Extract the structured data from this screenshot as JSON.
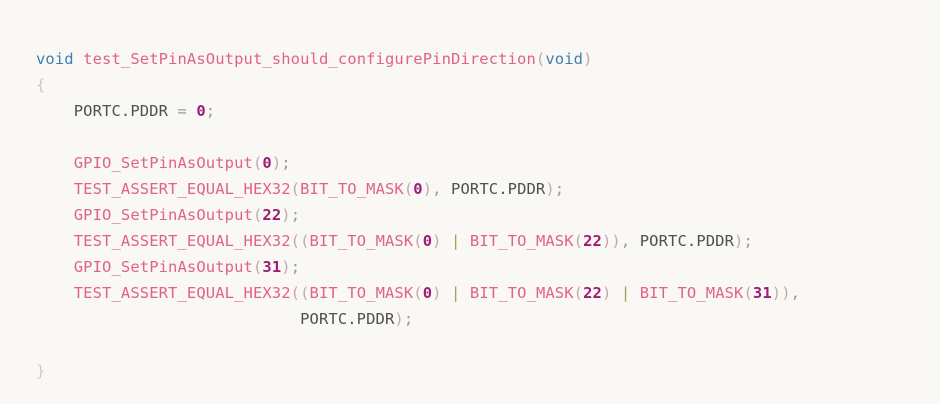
{
  "editor": {
    "background_color": "#faf8f4",
    "language": "c",
    "font_style": "monospace"
  },
  "theme": {
    "plain_color": "#4f4f4f",
    "keyword_color": "#3b7fb5",
    "function_color": "#e0628c",
    "macro_color": "#e0628c",
    "number_color": "#9c1d77",
    "paren_color": "#c0a9b0",
    "brace_color": "#cfcac4",
    "operator_color": "#a79b57",
    "semicolon_color": "#9a9a9a"
  },
  "code": {
    "lines": [
      {
        "index": 0,
        "text": "void test_SetPinAsOutput_should_configurePinDirection(void)",
        "tokens": [
          {
            "t": "void",
            "c": "tok-keyword"
          },
          {
            "t": " ",
            "c": "tok-plain"
          },
          {
            "t": "test_SetPinAsOutput_should_configurePinDirection",
            "c": "tok-funcdef"
          },
          {
            "t": "(",
            "c": "tok-paren"
          },
          {
            "t": "void",
            "c": "tok-keyword"
          },
          {
            "t": ")",
            "c": "tok-paren"
          }
        ]
      },
      {
        "index": 1,
        "text": "{",
        "tokens": [
          {
            "t": "{",
            "c": "tok-brace"
          }
        ]
      },
      {
        "index": 2,
        "text": "    PORTC.PDDR = 0;",
        "tokens": [
          {
            "t": "    PORTC.PDDR ",
            "c": "tok-plain"
          },
          {
            "t": "=",
            "c": "tok-assign"
          },
          {
            "t": " ",
            "c": "tok-plain"
          },
          {
            "t": "0",
            "c": "tok-number"
          },
          {
            "t": ";",
            "c": "tok-semi"
          }
        ]
      },
      {
        "index": 3,
        "text": "",
        "tokens": []
      },
      {
        "index": 4,
        "text": "    GPIO_SetPinAsOutput(0);",
        "tokens": [
          {
            "t": "    ",
            "c": "tok-plain"
          },
          {
            "t": "GPIO_SetPinAsOutput",
            "c": "tok-funccall"
          },
          {
            "t": "(",
            "c": "tok-paren"
          },
          {
            "t": "0",
            "c": "tok-number"
          },
          {
            "t": ")",
            "c": "tok-paren"
          },
          {
            "t": ";",
            "c": "tok-semi"
          }
        ]
      },
      {
        "index": 5,
        "text": "    TEST_ASSERT_EQUAL_HEX32(BIT_TO_MASK(0), PORTC.PDDR);",
        "tokens": [
          {
            "t": "    ",
            "c": "tok-plain"
          },
          {
            "t": "TEST_ASSERT_EQUAL_HEX32",
            "c": "tok-macro"
          },
          {
            "t": "(",
            "c": "tok-paren"
          },
          {
            "t": "BIT_TO_MASK",
            "c": "tok-macro"
          },
          {
            "t": "(",
            "c": "tok-paren"
          },
          {
            "t": "0",
            "c": "tok-number"
          },
          {
            "t": ")",
            "c": "tok-paren"
          },
          {
            "t": ",",
            "c": "tok-semi"
          },
          {
            "t": " PORTC.PDDR",
            "c": "tok-plain"
          },
          {
            "t": ")",
            "c": "tok-paren"
          },
          {
            "t": ";",
            "c": "tok-semi"
          }
        ]
      },
      {
        "index": 6,
        "text": "    GPIO_SetPinAsOutput(22);",
        "tokens": [
          {
            "t": "    ",
            "c": "tok-plain"
          },
          {
            "t": "GPIO_SetPinAsOutput",
            "c": "tok-funccall"
          },
          {
            "t": "(",
            "c": "tok-paren"
          },
          {
            "t": "22",
            "c": "tok-number"
          },
          {
            "t": ")",
            "c": "tok-paren"
          },
          {
            "t": ";",
            "c": "tok-semi"
          }
        ]
      },
      {
        "index": 7,
        "text": "    TEST_ASSERT_EQUAL_HEX32((BIT_TO_MASK(0) | BIT_TO_MASK(22)), PORTC.PDDR);",
        "tokens": [
          {
            "t": "    ",
            "c": "tok-plain"
          },
          {
            "t": "TEST_ASSERT_EQUAL_HEX32",
            "c": "tok-macro"
          },
          {
            "t": "((",
            "c": "tok-paren"
          },
          {
            "t": "BIT_TO_MASK",
            "c": "tok-macro"
          },
          {
            "t": "(",
            "c": "tok-paren"
          },
          {
            "t": "0",
            "c": "tok-number"
          },
          {
            "t": ")",
            "c": "tok-paren"
          },
          {
            "t": " ",
            "c": "tok-plain"
          },
          {
            "t": "|",
            "c": "tok-operator"
          },
          {
            "t": " ",
            "c": "tok-plain"
          },
          {
            "t": "BIT_TO_MASK",
            "c": "tok-macro"
          },
          {
            "t": "(",
            "c": "tok-paren"
          },
          {
            "t": "22",
            "c": "tok-number"
          },
          {
            "t": "))",
            "c": "tok-paren"
          },
          {
            "t": ",",
            "c": "tok-semi"
          },
          {
            "t": " PORTC.PDDR",
            "c": "tok-plain"
          },
          {
            "t": ")",
            "c": "tok-paren"
          },
          {
            "t": ";",
            "c": "tok-semi"
          }
        ]
      },
      {
        "index": 8,
        "text": "    GPIO_SetPinAsOutput(31);",
        "tokens": [
          {
            "t": "    ",
            "c": "tok-plain"
          },
          {
            "t": "GPIO_SetPinAsOutput",
            "c": "tok-funccall"
          },
          {
            "t": "(",
            "c": "tok-paren"
          },
          {
            "t": "31",
            "c": "tok-number"
          },
          {
            "t": ")",
            "c": "tok-paren"
          },
          {
            "t": ";",
            "c": "tok-semi"
          }
        ]
      },
      {
        "index": 9,
        "text": "    TEST_ASSERT_EQUAL_HEX32((BIT_TO_MASK(0) | BIT_TO_MASK(22) | BIT_TO_MASK(31)),",
        "tokens": [
          {
            "t": "    ",
            "c": "tok-plain"
          },
          {
            "t": "TEST_ASSERT_EQUAL_HEX32",
            "c": "tok-macro"
          },
          {
            "t": "((",
            "c": "tok-paren"
          },
          {
            "t": "BIT_TO_MASK",
            "c": "tok-macro"
          },
          {
            "t": "(",
            "c": "tok-paren"
          },
          {
            "t": "0",
            "c": "tok-number"
          },
          {
            "t": ")",
            "c": "tok-paren"
          },
          {
            "t": " ",
            "c": "tok-plain"
          },
          {
            "t": "|",
            "c": "tok-operator"
          },
          {
            "t": " ",
            "c": "tok-plain"
          },
          {
            "t": "BIT_TO_MASK",
            "c": "tok-macro"
          },
          {
            "t": "(",
            "c": "tok-paren"
          },
          {
            "t": "22",
            "c": "tok-number"
          },
          {
            "t": ")",
            "c": "tok-paren"
          },
          {
            "t": " ",
            "c": "tok-plain"
          },
          {
            "t": "|",
            "c": "tok-operator"
          },
          {
            "t": " ",
            "c": "tok-plain"
          },
          {
            "t": "BIT_TO_MASK",
            "c": "tok-macro"
          },
          {
            "t": "(",
            "c": "tok-paren"
          },
          {
            "t": "31",
            "c": "tok-number"
          },
          {
            "t": "))",
            "c": "tok-paren"
          },
          {
            "t": ",",
            "c": "tok-semi"
          }
        ]
      },
      {
        "index": 10,
        "text": "                            PORTC.PDDR);",
        "tokens": [
          {
            "t": "                            PORTC.PDDR",
            "c": "tok-plain"
          },
          {
            "t": ")",
            "c": "tok-paren"
          },
          {
            "t": ";",
            "c": "tok-semi"
          }
        ]
      },
      {
        "index": 11,
        "text": "",
        "tokens": []
      },
      {
        "index": 12,
        "text": "}",
        "tokens": [
          {
            "t": "}",
            "c": "tok-brace"
          }
        ]
      }
    ]
  }
}
